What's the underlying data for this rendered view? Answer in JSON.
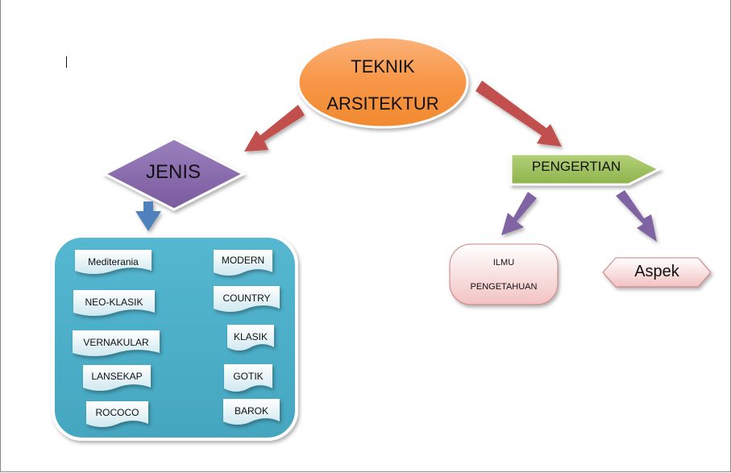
{
  "root": {
    "line1": "TEKNIK",
    "line2": "ARSITEKTUR"
  },
  "jenis": {
    "label": "JENIS"
  },
  "pengertian": {
    "label": "PENGERTIAN"
  },
  "ilmu": {
    "line1": "ILMU",
    "line2": "PENGETAHUAN"
  },
  "aspek": {
    "label": "Aspek"
  },
  "styles_left": [
    "Mediterania",
    "NEO-KLASIK",
    "VERNAKULAR",
    "LANSEKAP",
    "ROCOCO"
  ],
  "styles_right": [
    "MODERN",
    "COUNTRY",
    "KLASIK",
    "GOTIK",
    "BAROK"
  ],
  "colors": {
    "root_fill": "#f79646",
    "arrow_red": "#c0504d",
    "jenis_fill": "#8064a2",
    "arrow_blue": "#4f81bd",
    "panel_fill": "#4bacc6",
    "pengertian_fill": "#9bbb59",
    "arrow_purple": "#8064a2",
    "pink_fill": "#f2c4c4"
  }
}
